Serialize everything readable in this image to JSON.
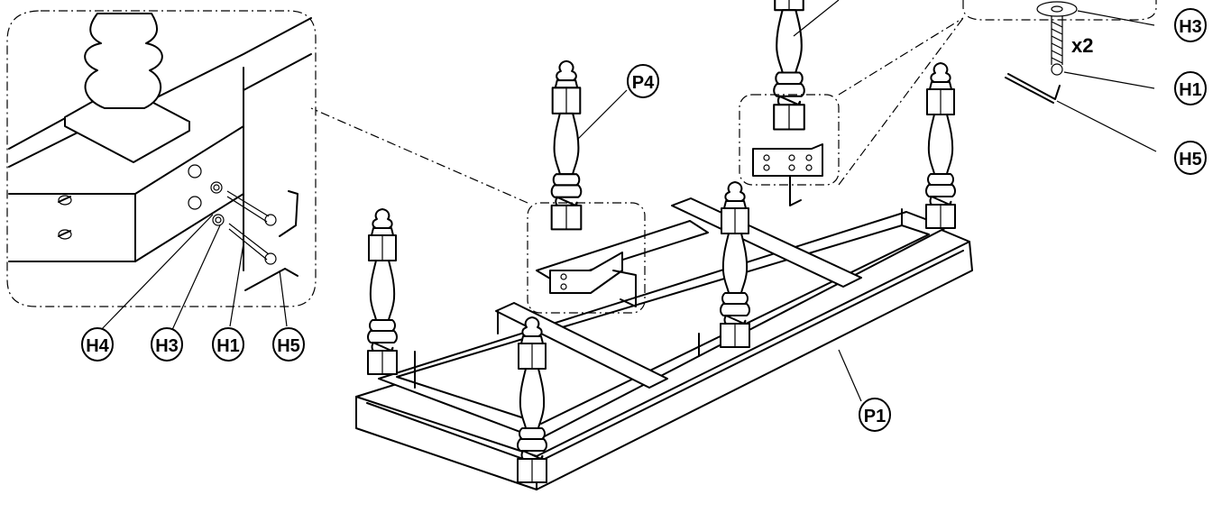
{
  "labels": {
    "p1": "P1",
    "p4": "P4",
    "h1_detail": "H1",
    "h3_detail": "H3",
    "h4_detail": "H4",
    "h5_detail": "H5",
    "h1_right": "H1",
    "h3_right": "H3",
    "h5_right": "H5"
  },
  "quantity": "x2"
}
